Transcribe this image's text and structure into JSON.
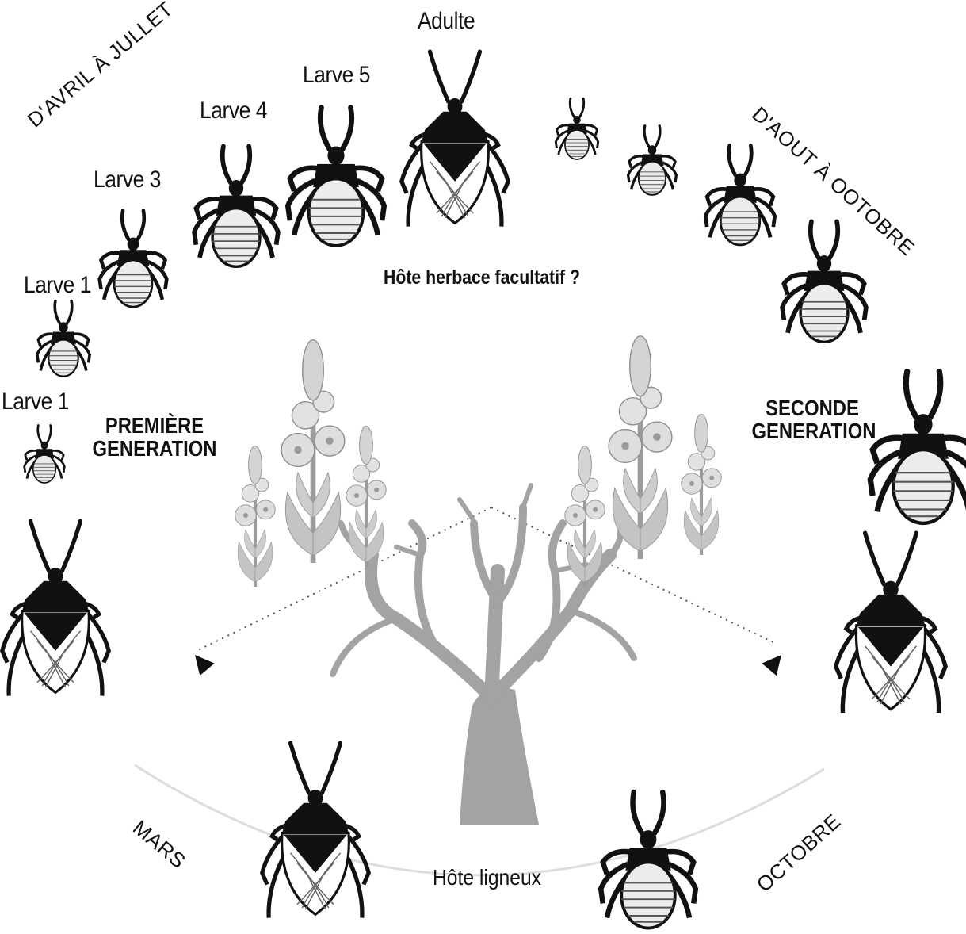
{
  "colors": {
    "ink": "#111111",
    "plant": "#b9b9b9",
    "tree": "#a3a3a3",
    "arc": "#dddddd",
    "abdomen": "#ececec"
  },
  "labels": {
    "adulte": "Adulte",
    "larve5": "Larve 5",
    "larve4": "Larve 4",
    "larve3": "Larve 3",
    "larve1_upper": "Larve 1",
    "larve1_lower": "Larve 1",
    "herbace": "Hôte herbace facultatif ?",
    "ligneux": "Hôte ligneux"
  },
  "generations": {
    "first": {
      "line1": "PREMIÈRE",
      "line2": "GENERATION"
    },
    "second": {
      "line1": "SECONDE",
      "line2": "GENERATION"
    }
  },
  "periods": {
    "first": "D'AVRIL À JULLET",
    "second": "D'AOUT À OOTOBRE"
  },
  "months": {
    "start": "MARS",
    "end": "OCTOBRE"
  },
  "icons": [
    "bug-adult-icon",
    "bug-larva-icon",
    "flower-plant-icon",
    "tree-icon",
    "arrowhead-icon"
  ]
}
